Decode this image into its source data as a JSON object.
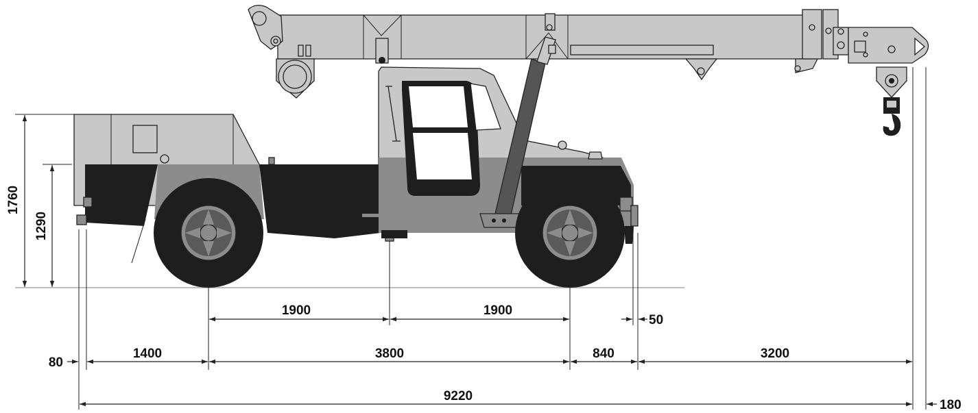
{
  "colors": {
    "light_gray": "#c8c8c8",
    "mid_gray": "#8c8c8c",
    "dark": "#1e1e1e",
    "outline": "#222222",
    "background": "#ffffff"
  },
  "dimensions": {
    "overall_height": "1760",
    "deck_height": "1290",
    "front_axle_to_center": "1900",
    "center_to_rear_axle": "1900",
    "rear_step": "50",
    "front_offset": "80",
    "front_overhang": "1400",
    "wheelbase": "3800",
    "rear_overhang": "840",
    "boom_overhang": "3200",
    "overall_length": "9220",
    "hook_offset": "180"
  }
}
